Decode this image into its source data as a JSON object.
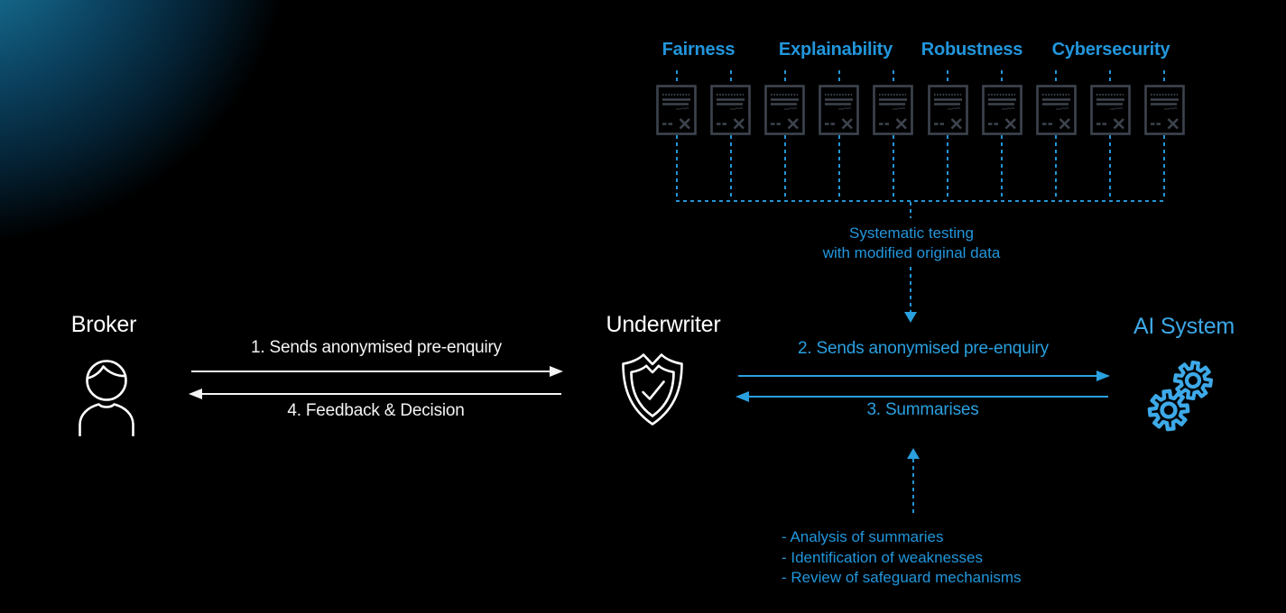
{
  "testing": {
    "categories": [
      "Fairness",
      "Explainability",
      "Robustness",
      "Cybersecurity"
    ],
    "document_count": 10,
    "caption": {
      "line1": "Systematic testing",
      "line2": "with modified original data"
    }
  },
  "actors": {
    "broker": {
      "label": "Broker"
    },
    "underwriter": {
      "label": "Underwriter"
    },
    "ai_system": {
      "label": "AI System"
    }
  },
  "flows": {
    "step1": "1. Sends anonymised pre-enquiry",
    "step2": "2. Sends anonymised pre-enquiry",
    "step3": "3. Summarises",
    "step4": "4. Feedback & Decision"
  },
  "ai_review_notes": [
    "- Analysis of summaries",
    "- Identification of weaknesses",
    "- Review of safeguard mechanisms"
  ],
  "colors": {
    "accent_blue": "#2aa0df",
    "gear_blue": "#3da9e8",
    "doc_gray": "#3d444e",
    "text_white": "#f4f4f4"
  }
}
